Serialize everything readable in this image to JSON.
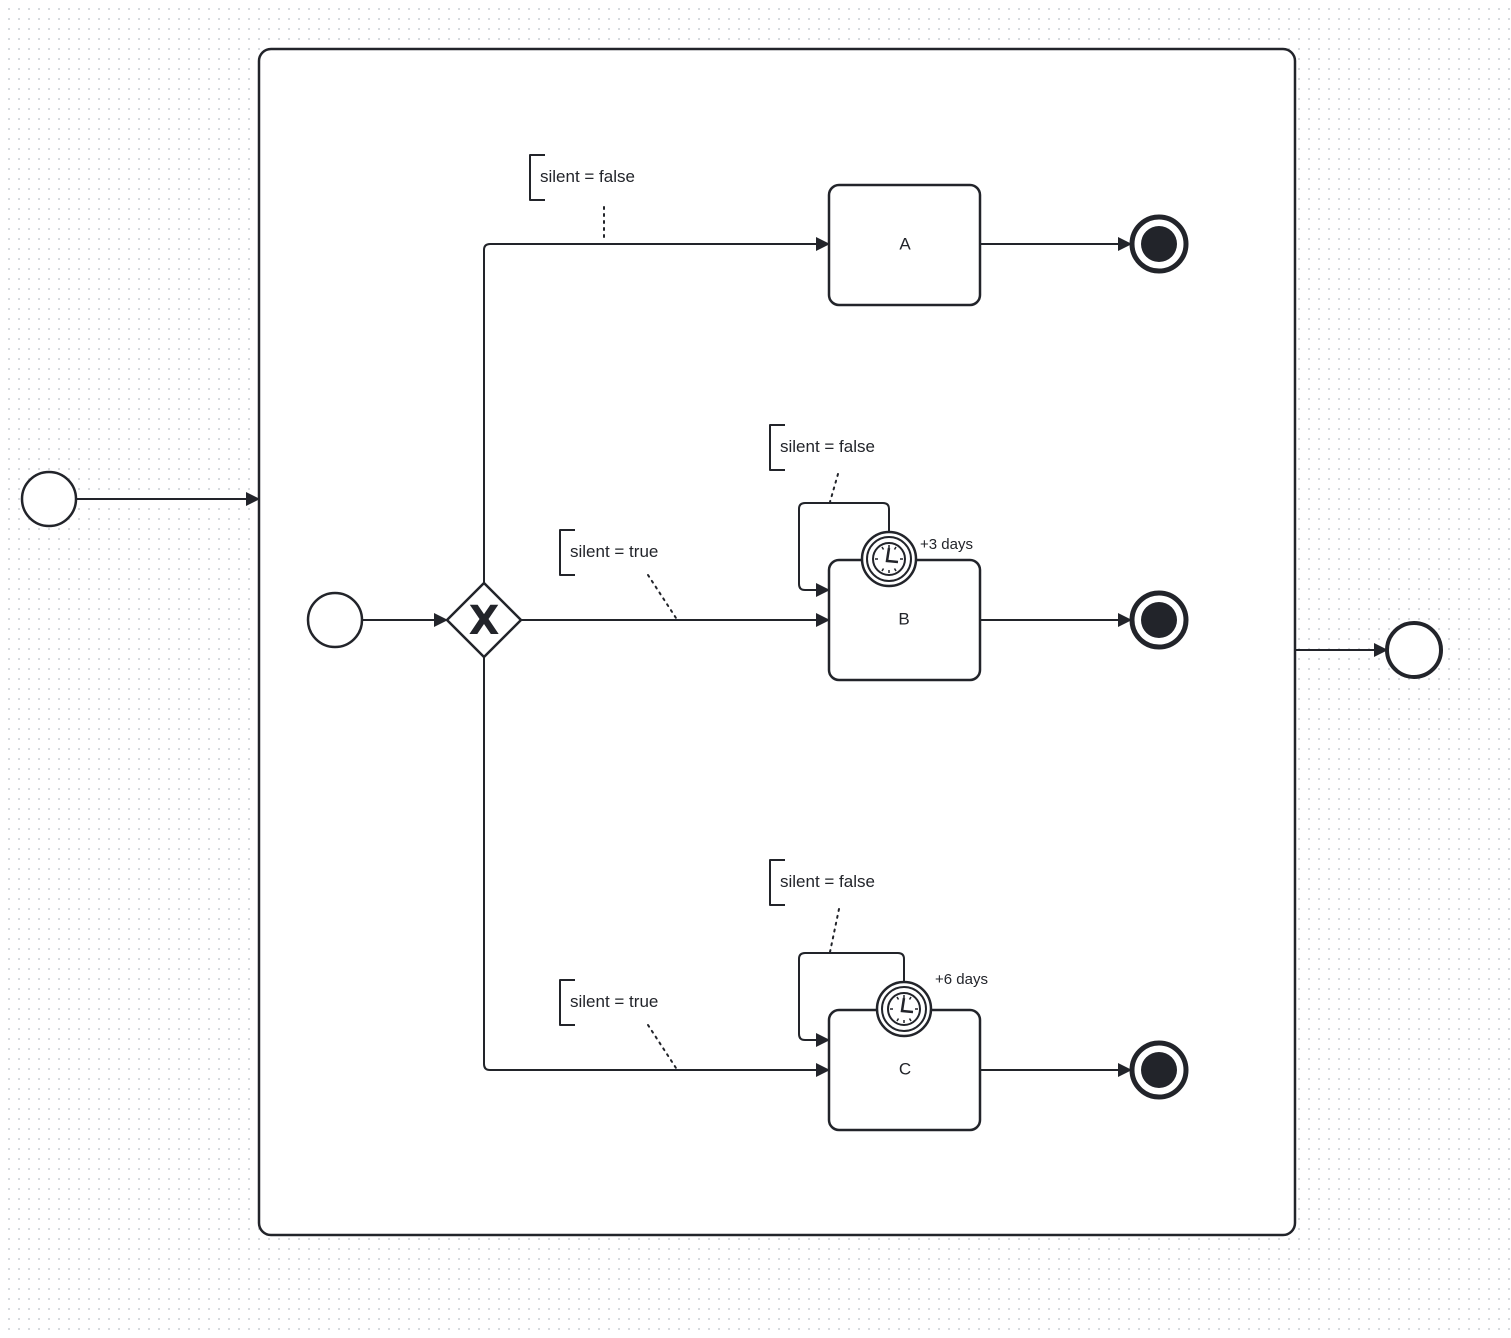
{
  "diagram": {
    "type": "bpmn",
    "gateway": {
      "marker": "X"
    },
    "tasks": {
      "a": {
        "label": "A"
      },
      "b": {
        "label": "B"
      },
      "c": {
        "label": "C"
      }
    },
    "timers": {
      "b": {
        "label": "+3 days"
      },
      "c": {
        "label": "+6 days"
      }
    },
    "annotations": {
      "flow_a": "silent = false",
      "flow_b": "silent = true",
      "flow_c": "silent = true",
      "timer_b": "silent = false",
      "timer_c": "silent = false"
    }
  }
}
